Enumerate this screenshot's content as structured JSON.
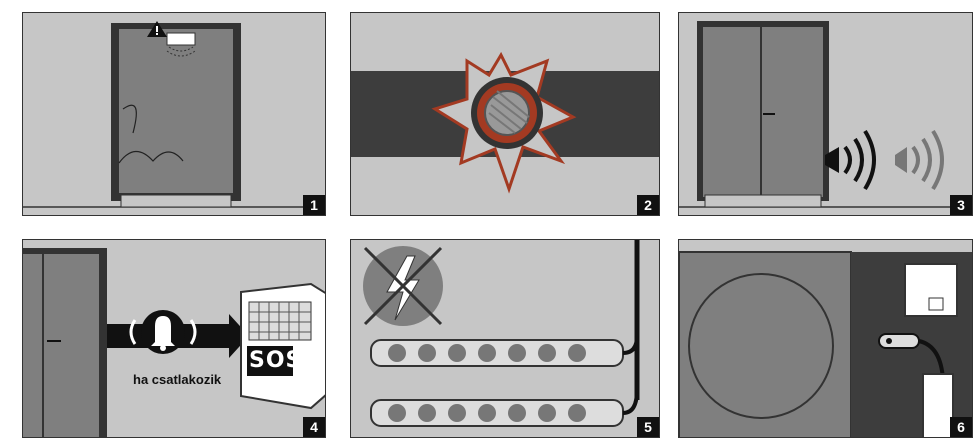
{
  "steps": [
    {
      "number": "1"
    },
    {
      "number": "2"
    },
    {
      "number": "3"
    },
    {
      "number": "4",
      "caption": "ha csatlakozik",
      "box_label": "SOS"
    },
    {
      "number": "5"
    },
    {
      "number": "6"
    }
  ],
  "colors": {
    "panel_bg": "#c6c6c6",
    "dark": "#3d3d3d",
    "door": "#7f7f7f",
    "explosion": "#a33a22"
  },
  "icons": [
    "warning-icon",
    "sensor-icon",
    "explosion-icon",
    "speaker-icon",
    "bell-icon",
    "no-power-icon",
    "power-strip-icon",
    "plug-icon"
  ]
}
